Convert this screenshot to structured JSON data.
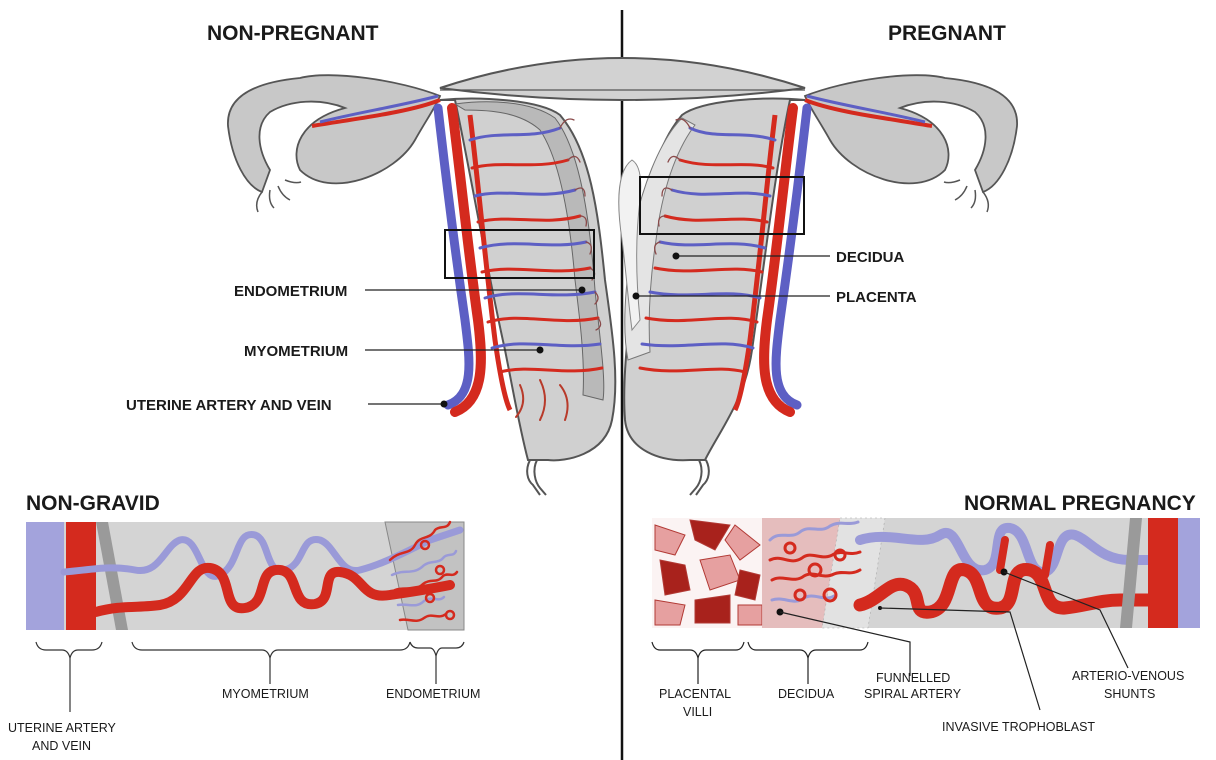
{
  "headings": {
    "left_top": "NON-PREGNANT",
    "right_top": "PREGNANT",
    "left_bottom": "NON-GRAVID",
    "right_bottom": "NORMAL PREGNANCY"
  },
  "upper_labels": {
    "endometrium": "ENDOMETRIUM",
    "myometrium": "MYOMETRIUM",
    "uterine_artery_vein": "UTERINE ARTERY AND VEIN",
    "decidua": "DECIDUA",
    "placenta": "PLACENTA"
  },
  "lower_left_labels": {
    "uterine_artery_line1": "UTERINE ARTERY",
    "uterine_artery_line2": "AND VEIN",
    "myometrium": "MYOMETRIUM",
    "endometrium": "ENDOMETRIUM"
  },
  "lower_right_labels": {
    "placental_line1": "PLACENTAL",
    "placental_line2": "VILLI",
    "decidua": "DECIDUA",
    "funnelled_line1": "FUNNELLED",
    "funnelled_line2": "SPIRAL ARTERY",
    "invasive": "INVASIVE TROPHOBLAST",
    "av_line1": "ARTERIO-VENOUS",
    "av_line2": "SHUNTS"
  },
  "colors": {
    "artery": "#d42a1e",
    "vein": "#5d5fc4",
    "vein_light": "#9a9ad8",
    "tissue": "#cfcfcf",
    "outline": "#555555",
    "villi": "#e8a0a0",
    "villi_dark": "#a8221c"
  }
}
